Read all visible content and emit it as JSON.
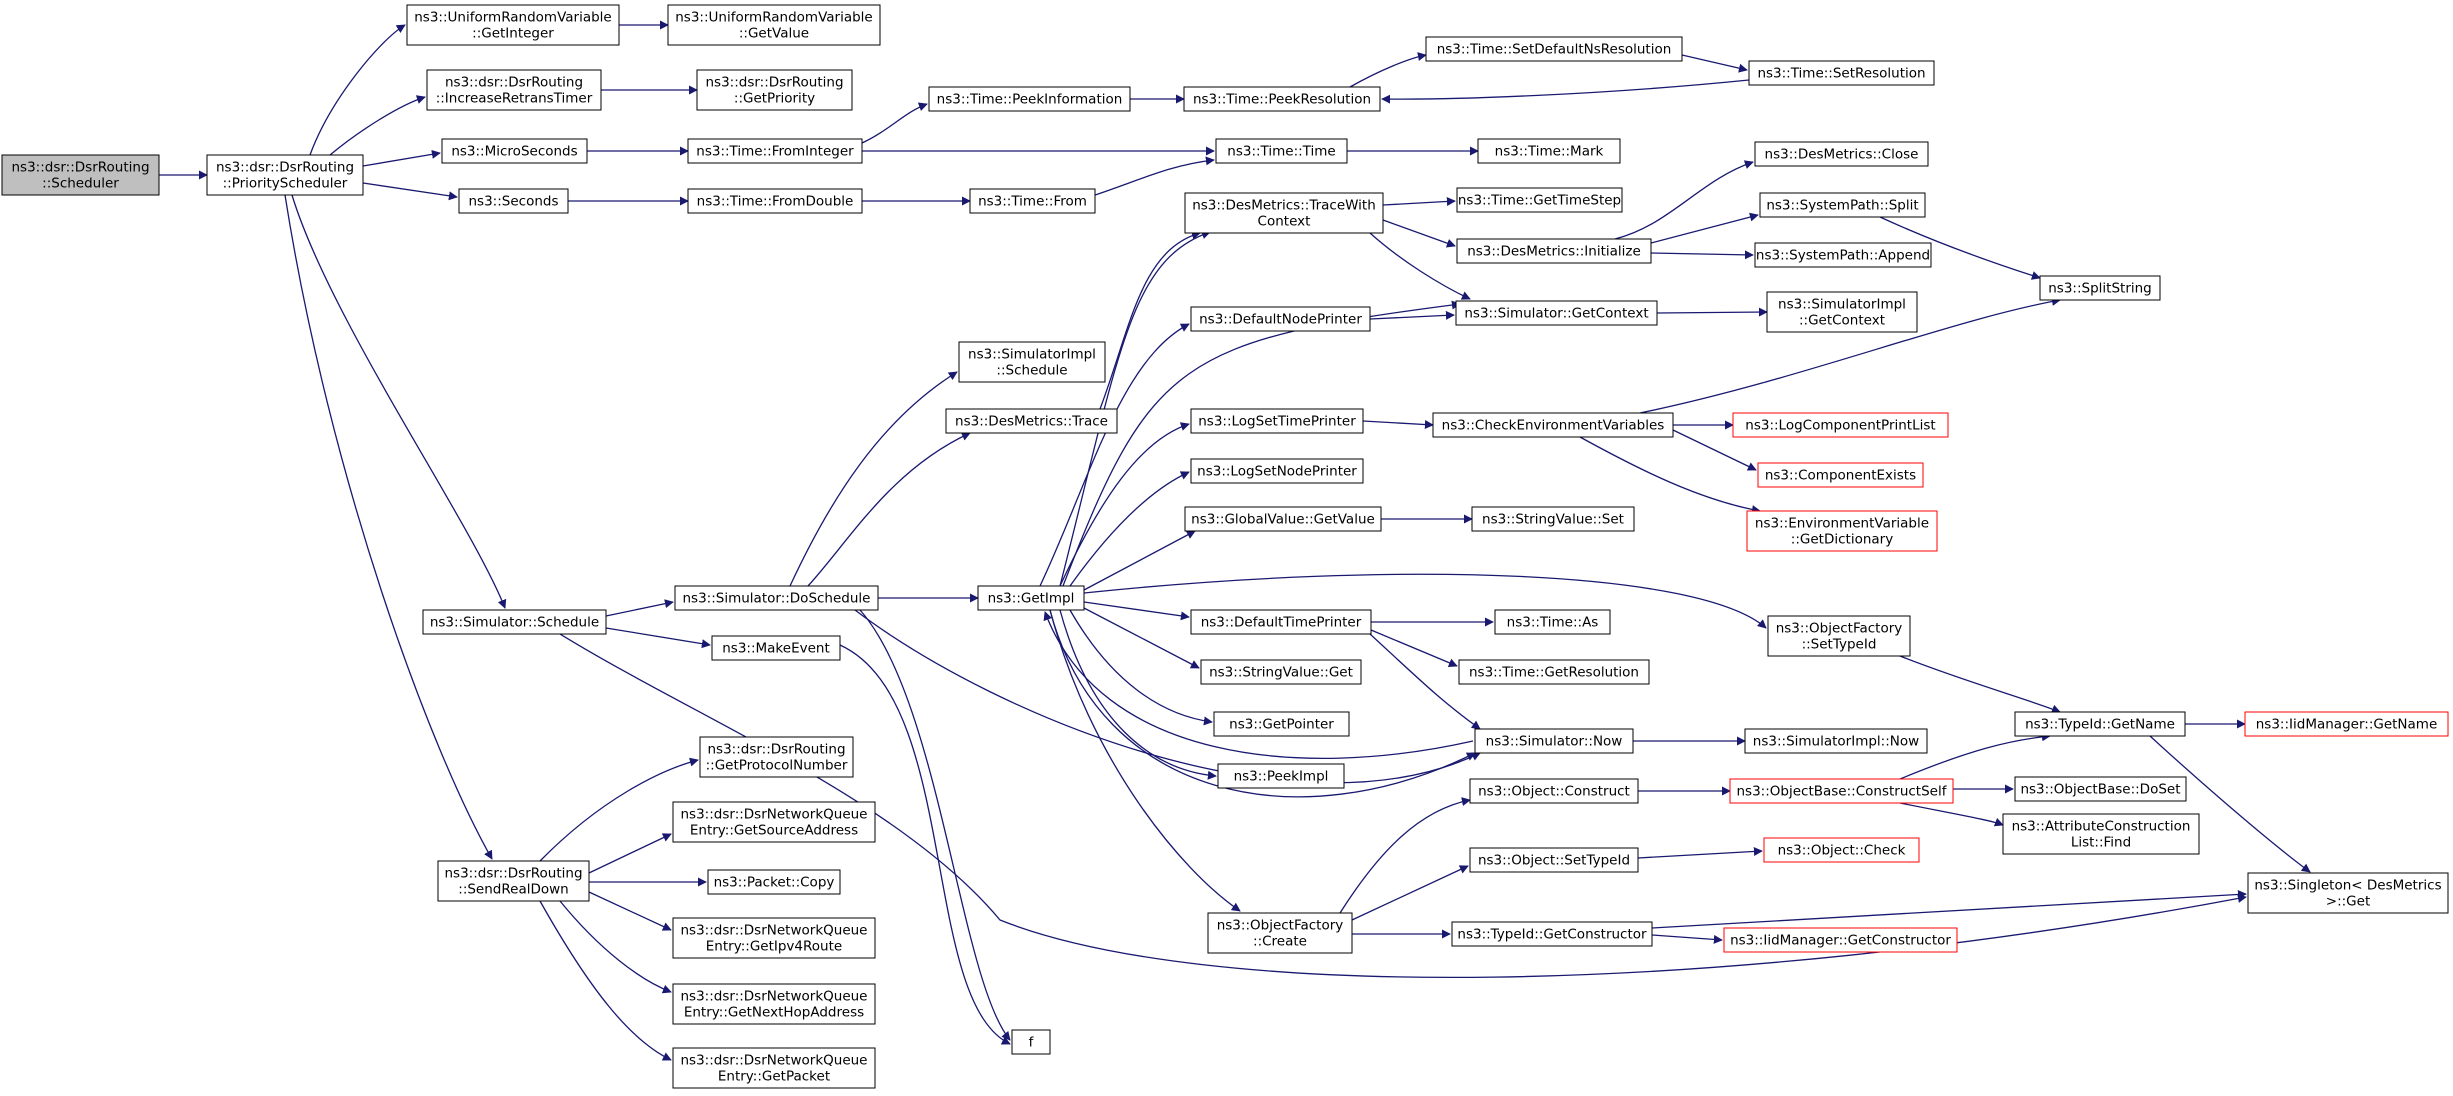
{
  "diagram": {
    "colors": {
      "edge": "#191970",
      "node_border": "#000000",
      "root_fill": "#bfbfbf",
      "truncated_border": "#ff0000"
    },
    "nodes": [
      {
        "id": "scheduler",
        "lines": [
          "ns3::dsr::DsrRouting",
          "::Scheduler"
        ],
        "root": true
      },
      {
        "id": "priority",
        "lines": [
          "ns3::dsr::DsrRouting",
          "::PriorityScheduler"
        ]
      },
      {
        "id": "urv_getint",
        "lines": [
          "ns3::UniformRandomVariable",
          "::GetInteger"
        ]
      },
      {
        "id": "urv_getval",
        "lines": [
          "ns3::UniformRandomVariable",
          "::GetValue"
        ]
      },
      {
        "id": "inc_retrans",
        "lines": [
          "ns3::dsr::DsrRouting",
          "::IncreaseRetransTimer"
        ]
      },
      {
        "id": "get_priority",
        "lines": [
          "ns3::dsr::DsrRouting",
          "::GetPriority"
        ]
      },
      {
        "id": "microseconds",
        "lines": [
          "ns3::MicroSeconds"
        ]
      },
      {
        "id": "seconds",
        "lines": [
          "ns3::Seconds"
        ]
      },
      {
        "id": "time_fromint",
        "lines": [
          "ns3::Time::FromInteger"
        ]
      },
      {
        "id": "time_fromdouble",
        "lines": [
          "ns3::Time::FromDouble"
        ]
      },
      {
        "id": "time_peekinfo",
        "lines": [
          "ns3::Time::PeekInformation"
        ]
      },
      {
        "id": "time_peekres",
        "lines": [
          "ns3::Time::PeekResolution"
        ]
      },
      {
        "id": "time_setdefns",
        "lines": [
          "ns3::Time::SetDefaultNsResolution"
        ]
      },
      {
        "id": "time_setres",
        "lines": [
          "ns3::Time::SetResolution"
        ]
      },
      {
        "id": "time_time",
        "lines": [
          "ns3::Time::Time"
        ]
      },
      {
        "id": "time_mark",
        "lines": [
          "ns3::Time::Mark"
        ]
      },
      {
        "id": "time_from",
        "lines": [
          "ns3::Time::From"
        ]
      },
      {
        "id": "desm_tracectx",
        "lines": [
          "ns3::DesMetrics::TraceWith",
          "Context"
        ]
      },
      {
        "id": "time_gettimestep",
        "lines": [
          "ns3::Time::GetTimeStep"
        ]
      },
      {
        "id": "desm_init",
        "lines": [
          "ns3::DesMetrics::Initialize"
        ]
      },
      {
        "id": "desm_close",
        "lines": [
          "ns3::DesMetrics::Close"
        ]
      },
      {
        "id": "syspath_split",
        "lines": [
          "ns3::SystemPath::Split"
        ]
      },
      {
        "id": "syspath_append",
        "lines": [
          "ns3::SystemPath::Append"
        ]
      },
      {
        "id": "splitstring",
        "lines": [
          "ns3::SplitString"
        ]
      },
      {
        "id": "defnodeprinter",
        "lines": [
          "ns3::DefaultNodePrinter"
        ]
      },
      {
        "id": "sim_getctx",
        "lines": [
          "ns3::Simulator::GetContext"
        ]
      },
      {
        "id": "simimpl_getctx",
        "lines": [
          "ns3::SimulatorImpl",
          "::GetContext"
        ]
      },
      {
        "id": "simimpl_sched",
        "lines": [
          "ns3::SimulatorImpl",
          "::Schedule"
        ]
      },
      {
        "id": "desm_trace",
        "lines": [
          "ns3::DesMetrics::Trace"
        ]
      },
      {
        "id": "logsettimeprinter",
        "lines": [
          "ns3::LogSetTimePrinter"
        ]
      },
      {
        "id": "checkenv",
        "lines": [
          "ns3::CheckEnvironmentVariables"
        ]
      },
      {
        "id": "logcompprint",
        "lines": [
          "ns3::LogComponentPrintList"
        ],
        "truncated": true
      },
      {
        "id": "compexists",
        "lines": [
          "ns3::ComponentExists"
        ],
        "truncated": true
      },
      {
        "id": "envvar_getdict",
        "lines": [
          "ns3::EnvironmentVariable",
          "::GetDictionary"
        ],
        "truncated": true
      },
      {
        "id": "logsetnodeprinter",
        "lines": [
          "ns3::LogSetNodePrinter"
        ]
      },
      {
        "id": "globalvalue_get",
        "lines": [
          "ns3::GlobalValue::GetValue"
        ]
      },
      {
        "id": "stringvalue_set",
        "lines": [
          "ns3::StringValue::Set"
        ]
      },
      {
        "id": "sim_schedule",
        "lines": [
          "ns3::Simulator::Schedule"
        ]
      },
      {
        "id": "sim_dosched",
        "lines": [
          "ns3::Simulator::DoSchedule"
        ]
      },
      {
        "id": "getimpl",
        "lines": [
          "ns3::GetImpl"
        ]
      },
      {
        "id": "objfactory_settype",
        "lines": [
          "ns3::ObjectFactory",
          "::SetTypeId"
        ]
      },
      {
        "id": "makeevent",
        "lines": [
          "ns3::MakeEvent"
        ]
      },
      {
        "id": "deftimeprinter",
        "lines": [
          "ns3::DefaultTimePrinter"
        ]
      },
      {
        "id": "time_as",
        "lines": [
          "ns3::Time::As"
        ]
      },
      {
        "id": "stringvalue_get",
        "lines": [
          "ns3::StringValue::Get"
        ]
      },
      {
        "id": "time_getres",
        "lines": [
          "ns3::Time::GetResolution"
        ]
      },
      {
        "id": "typeid_getname",
        "lines": [
          "ns3::TypeId::GetName"
        ]
      },
      {
        "id": "iidmgr_getname",
        "lines": [
          "ns3::IidManager::GetName"
        ],
        "truncated": true
      },
      {
        "id": "getpointer",
        "lines": [
          "ns3::GetPointer"
        ]
      },
      {
        "id": "sim_now",
        "lines": [
          "ns3::Simulator::Now"
        ]
      },
      {
        "id": "simimpl_now",
        "lines": [
          "ns3::SimulatorImpl::Now"
        ]
      },
      {
        "id": "peekimpl",
        "lines": [
          "ns3::PeekImpl"
        ]
      },
      {
        "id": "obj_construct",
        "lines": [
          "ns3::Object::Construct"
        ]
      },
      {
        "id": "objbase_constructself",
        "lines": [
          "ns3::ObjectBase::ConstructSelf"
        ],
        "truncated": true
      },
      {
        "id": "objbase_doset",
        "lines": [
          "ns3::ObjectBase::DoSet"
        ]
      },
      {
        "id": "attrconst_find",
        "lines": [
          "ns3::AttributeConstruction",
          "List::Find"
        ]
      },
      {
        "id": "get_protonum",
        "lines": [
          "ns3::dsr::DsrRouting",
          "::GetProtocolNumber"
        ]
      },
      {
        "id": "netq_getsrc",
        "lines": [
          "ns3::dsr::DsrNetworkQueue",
          "Entry::GetSourceAddress"
        ]
      },
      {
        "id": "packet_copy",
        "lines": [
          "ns3::Packet::Copy"
        ]
      },
      {
        "id": "netq_getipv4",
        "lines": [
          "ns3::dsr::DsrNetworkQueue",
          "Entry::GetIpv4Route"
        ]
      },
      {
        "id": "netq_getnexthop",
        "lines": [
          "ns3::dsr::DsrNetworkQueue",
          "Entry::GetNextHopAddress"
        ]
      },
      {
        "id": "netq_getpacket",
        "lines": [
          "ns3::dsr::DsrNetworkQueue",
          "Entry::GetPacket"
        ]
      },
      {
        "id": "sendrealdown",
        "lines": [
          "ns3::dsr::DsrRouting",
          "::SendRealDown"
        ]
      },
      {
        "id": "obj_settypeid",
        "lines": [
          "ns3::Object::SetTypeId"
        ]
      },
      {
        "id": "obj_check",
        "lines": [
          "ns3::Object::Check"
        ],
        "truncated": true
      },
      {
        "id": "objfactory_create",
        "lines": [
          "ns3::ObjectFactory",
          "::Create"
        ]
      },
      {
        "id": "typeid_getctor",
        "lines": [
          "ns3::TypeId::GetConstructor"
        ]
      },
      {
        "id": "iidmgr_getctor",
        "lines": [
          "ns3::IidManager::GetConstructor"
        ],
        "truncated": true
      },
      {
        "id": "singleton_get",
        "lines": [
          "ns3::Singleton< DesMetrics",
          ">::Get"
        ]
      },
      {
        "id": "f",
        "lines": [
          "f"
        ]
      }
    ]
  }
}
